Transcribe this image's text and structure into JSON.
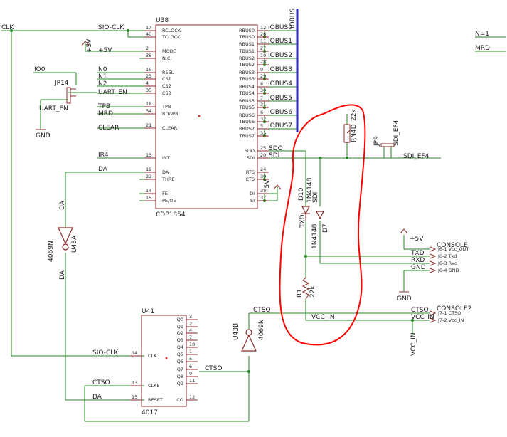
{
  "u38": {
    "name": "U38",
    "value": "CDP1854",
    "left_pins": [
      {
        "name": "RCLOCK",
        "num": "17"
      },
      {
        "name": "TCLOCK",
        "num": "40"
      },
      {
        "name": "MODE",
        "num": "2"
      },
      {
        "name": "N.C.",
        "num": "36"
      },
      {
        "name": "RSEL",
        "num": "16"
      },
      {
        "name": "CS1",
        "num": "23"
      },
      {
        "name": "CS2",
        "num": "4"
      },
      {
        "name": "CS3",
        "num": "35"
      },
      {
        "name": "TPB",
        "num": "18"
      },
      {
        "name": "RD/WR",
        "num": "34"
      },
      {
        "name": "CLEAR",
        "num": "21"
      },
      {
        "name": "INT",
        "num": "13"
      },
      {
        "name": "DA",
        "num": "19"
      },
      {
        "name": "THRE",
        "num": "22"
      },
      {
        "name": "FE",
        "num": "14"
      },
      {
        "name": "PE/OE",
        "num": "15"
      }
    ],
    "right_pins": [
      {
        "name": "RBUS0",
        "num": "12"
      },
      {
        "name": "TBUS0",
        "num": "26"
      },
      {
        "name": "RBUS1",
        "num": "11"
      },
      {
        "name": "TBUS1",
        "num": "27"
      },
      {
        "name": "RBUS2",
        "num": "10"
      },
      {
        "name": "TBUS2",
        "num": "28"
      },
      {
        "name": "RBUS3",
        "num": "9"
      },
      {
        "name": "TBUS3",
        "num": "29"
      },
      {
        "name": "RBUS4",
        "num": "8"
      },
      {
        "name": "TBUS4",
        "num": "30"
      },
      {
        "name": "RBUS5",
        "num": "7"
      },
      {
        "name": "TBUS5",
        "num": "31"
      },
      {
        "name": "RBUS6",
        "num": "6"
      },
      {
        "name": "TBUS6",
        "num": "32"
      },
      {
        "name": "RBUS7",
        "num": "5"
      },
      {
        "name": "TBUS7",
        "num": "33"
      },
      {
        "name": "SDO",
        "num": "25"
      },
      {
        "name": "SDI",
        "num": "20"
      },
      {
        "name": "RTS",
        "num": "24"
      },
      {
        "name": "CTS",
        "num": "39"
      },
      {
        "name": "DI",
        "num": "38"
      },
      {
        "name": "SI",
        "num": "37"
      }
    ]
  },
  "u41": {
    "name": "U41",
    "value": "4017",
    "left_pins": [
      {
        "name": "CLK",
        "num": "14"
      },
      {
        "name": "CLKE",
        "num": "13"
      },
      {
        "name": "RESET",
        "num": "15"
      }
    ],
    "right_pins": [
      {
        "name": "Q0",
        "num": "3"
      },
      {
        "name": "Q1",
        "num": "2"
      },
      {
        "name": "Q2",
        "num": "4"
      },
      {
        "name": "Q3",
        "num": "7"
      },
      {
        "name": "Q4",
        "num": "10"
      },
      {
        "name": "Q5",
        "num": "1"
      },
      {
        "name": "Q6",
        "num": "5"
      },
      {
        "name": "Q7",
        "num": "6"
      },
      {
        "name": "Q8",
        "num": "9"
      },
      {
        "name": "Q9",
        "num": "11"
      },
      {
        "name": "CO",
        "num": "12"
      }
    ]
  },
  "nets": {
    "clk": "CLK",
    "sio_clk": "SIO-CLK",
    "plus5v": "+5V",
    "io0": "IO0",
    "n0": "N0",
    "n1": "N1",
    "n2": "N2",
    "uart_en": "UART_EN",
    "uart_en2": "UART_EN",
    "tpb": "TPB",
    "mrd": "MRD",
    "clear": "CLEAR",
    "ir4": "IR4",
    "da": "DA",
    "iobus_bus": "IOBUS",
    "iobus": [
      "IOBUS0",
      "IOBUS1",
      "IOBUS2",
      "IOBUS3",
      "IOBUS4",
      "IOBUS5",
      "IOBUS6",
      "IOBUS7"
    ],
    "sdo": "SDO",
    "sdi": "SDI",
    "txd": "TXD",
    "rxd": "RXD",
    "gnd": "GND",
    "vcc_in": "VCC_IN",
    "ctso": "CTSO",
    "n_eq_1": "N=1",
    "mrd_right": "MRD",
    "sdi_ef4": "SDI_EF4",
    "sdi_ef4_net": "SDI_EF4",
    "sio_clk2": "SIO-CLK",
    "ctso_left": "CTSO",
    "da_left": "DA",
    "ctso_right": "CTSO",
    "da_vert1": "DA",
    "da_vert2": "DA",
    "gnd1": "GND",
    "gnd2": "GND",
    "plus5v_a": "+5V",
    "plus5v_b": "+5V",
    "plus5v_c": "+5V",
    "sdi_v": "SDI",
    "txd_v": "TXD"
  },
  "parts": {
    "jp14": "JP14",
    "jp9": "JP9",
    "u43a": "U43A",
    "u43a_val": "4069N",
    "u43b": "U43B",
    "u43b_val": "4069N",
    "d10": "D10",
    "d10_val": "1N4148",
    "d7": "D7",
    "d7_val": "1N4148",
    "r1": "R1",
    "r1_val": "22k",
    "rn4d": "RN4D",
    "rn4d_val": "22k"
  },
  "console": {
    "title": "CONSOLE",
    "pins": [
      "J6-1 Vcc_OUT",
      "J6-2 Txd",
      "J6-3 Rxd",
      "J6-4 GND"
    ]
  },
  "console2": {
    "title": "CONSOLE2",
    "pins": [
      "J7-1 CTSO",
      "J7-2 Vcc_IN"
    ]
  },
  "colors": {
    "wire": "#1f8a1f",
    "part": "#8b2a2a",
    "bus": "#2b2bb5",
    "highlight": "#ff0000"
  }
}
